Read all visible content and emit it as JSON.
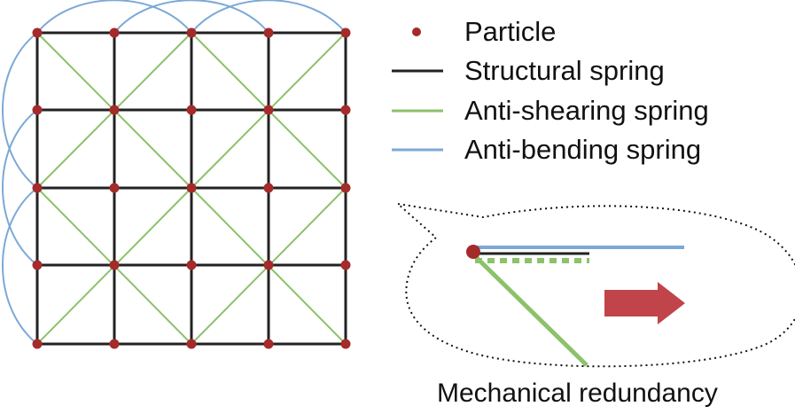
{
  "legend": {
    "particle": "Particle",
    "structural": "Structural spring",
    "shearing": "Anti-shearing spring",
    "bending": "Anti-bending spring"
  },
  "caption": "Mechanical redundancy",
  "colors": {
    "particle": "#a52a2a",
    "structural": "#222222",
    "shearing": "#8cc26a",
    "bending": "#7ca9d6",
    "arrow": "#c0444a",
    "bubble_outline": "#111111"
  },
  "icons": {
    "particle": "red-dot-icon",
    "arrow": "right-arrow-icon"
  }
}
